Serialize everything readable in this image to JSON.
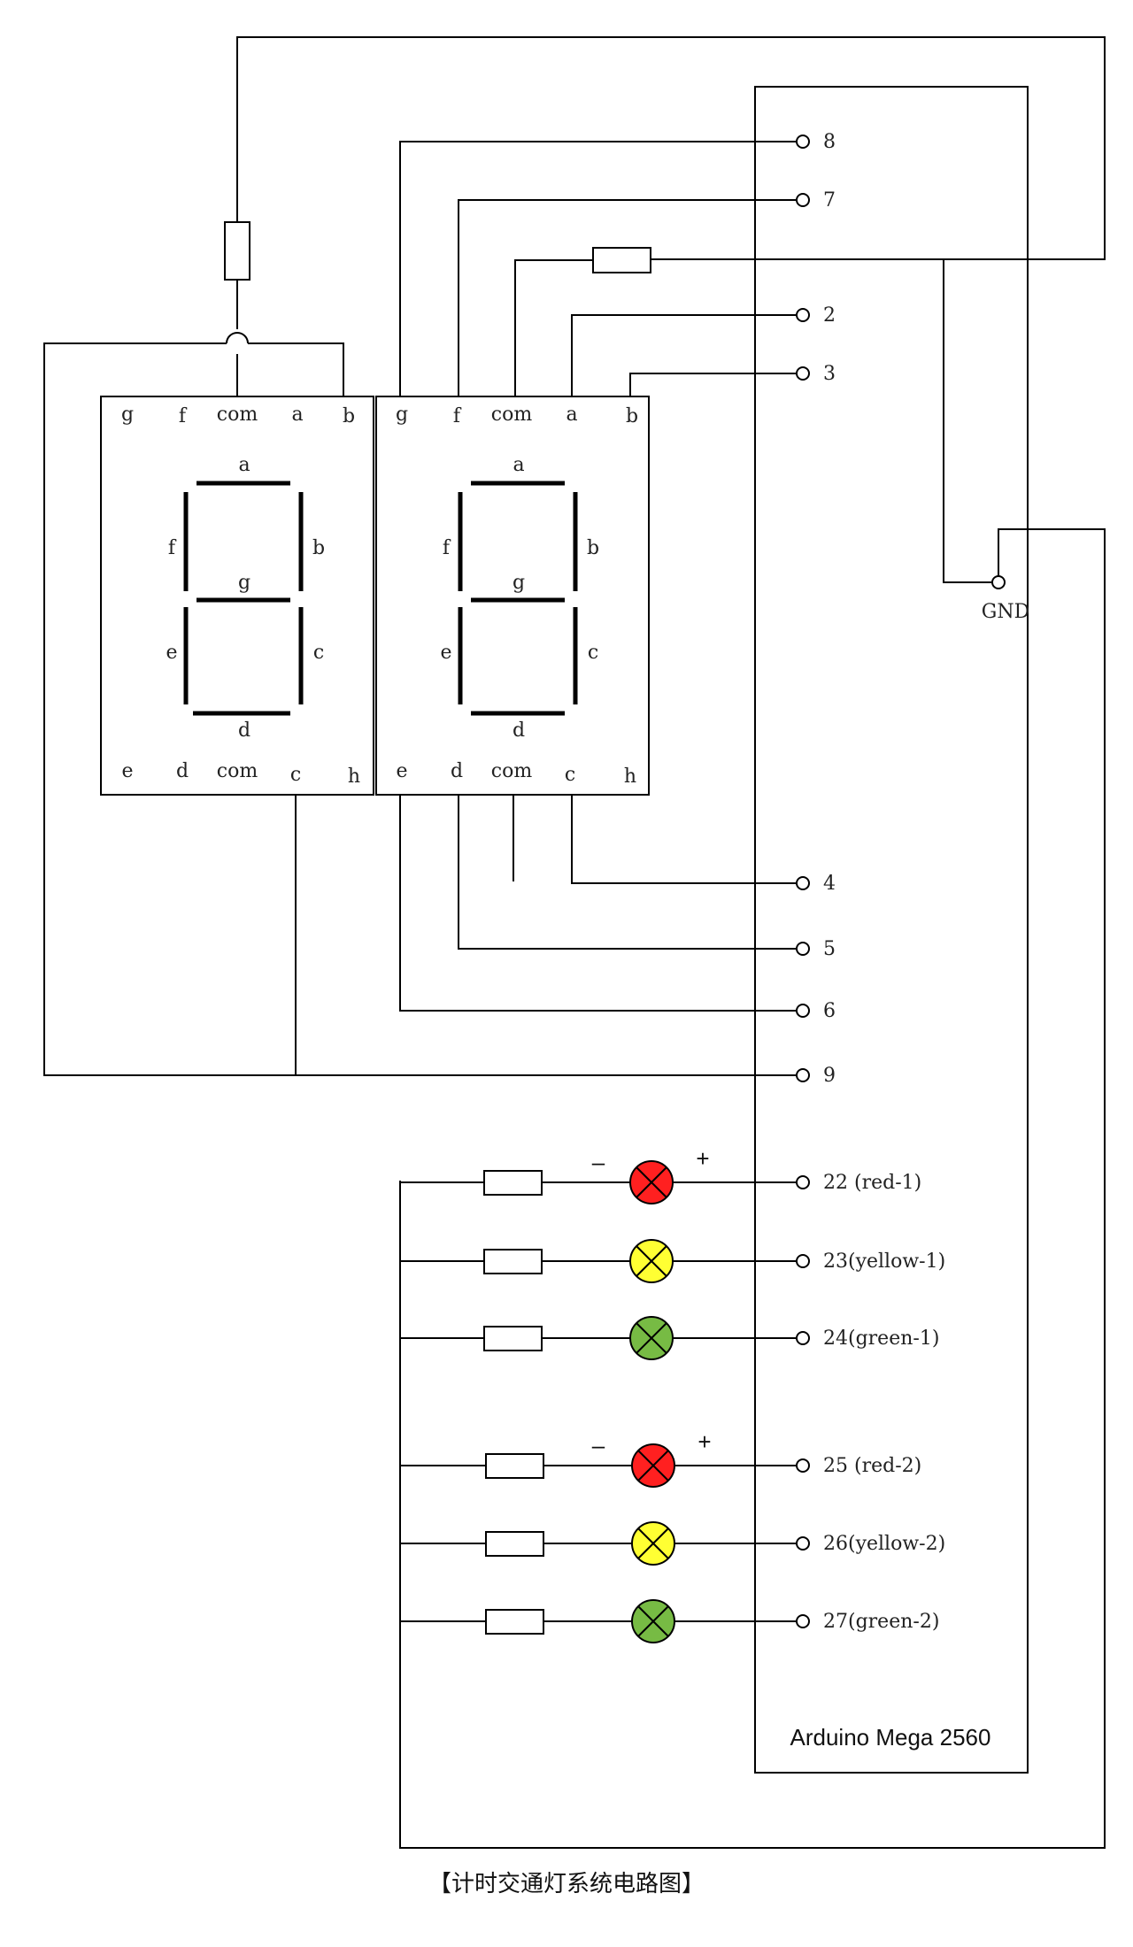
{
  "board": {
    "name": "Arduino Mega 2560"
  },
  "gnd_label": "GND",
  "displays": [
    {
      "top_pins": [
        "g",
        "f",
        "com",
        "a",
        "b"
      ],
      "bottom_pins": [
        "e",
        "d",
        "com",
        "c",
        "h"
      ],
      "segments": [
        "a",
        "b",
        "c",
        "d",
        "e",
        "f",
        "g"
      ]
    },
    {
      "top_pins": [
        "g",
        "f",
        "com",
        "a",
        "b"
      ],
      "bottom_pins": [
        "e",
        "d",
        "com",
        "c",
        "h"
      ],
      "segments": [
        "a",
        "b",
        "c",
        "d",
        "e",
        "f",
        "g"
      ]
    }
  ],
  "pins": [
    {
      "label": "8"
    },
    {
      "label": "7"
    },
    {
      "label": "2"
    },
    {
      "label": "3"
    },
    {
      "label": "4"
    },
    {
      "label": "5"
    },
    {
      "label": "6"
    },
    {
      "label": "9"
    }
  ],
  "led_groups": [
    {
      "minus_sign": "–",
      "plus_sign": "+",
      "leds": [
        {
          "label": "22 (red-1)",
          "color": "#ff2020"
        },
        {
          "label": "23(yellow-1)",
          "color": "#ffff33"
        },
        {
          "label": "24(green-1)",
          "color": "#77bb44"
        }
      ]
    },
    {
      "minus_sign": "–",
      "plus_sign": "+",
      "leds": [
        {
          "label": "25 (red-2)",
          "color": "#ff2020"
        },
        {
          "label": "26(yellow-2)",
          "color": "#ffff33"
        },
        {
          "label": "27(green-2)",
          "color": "#77bb44"
        }
      ]
    }
  ],
  "caption": "【计时交通灯系统电路图】"
}
